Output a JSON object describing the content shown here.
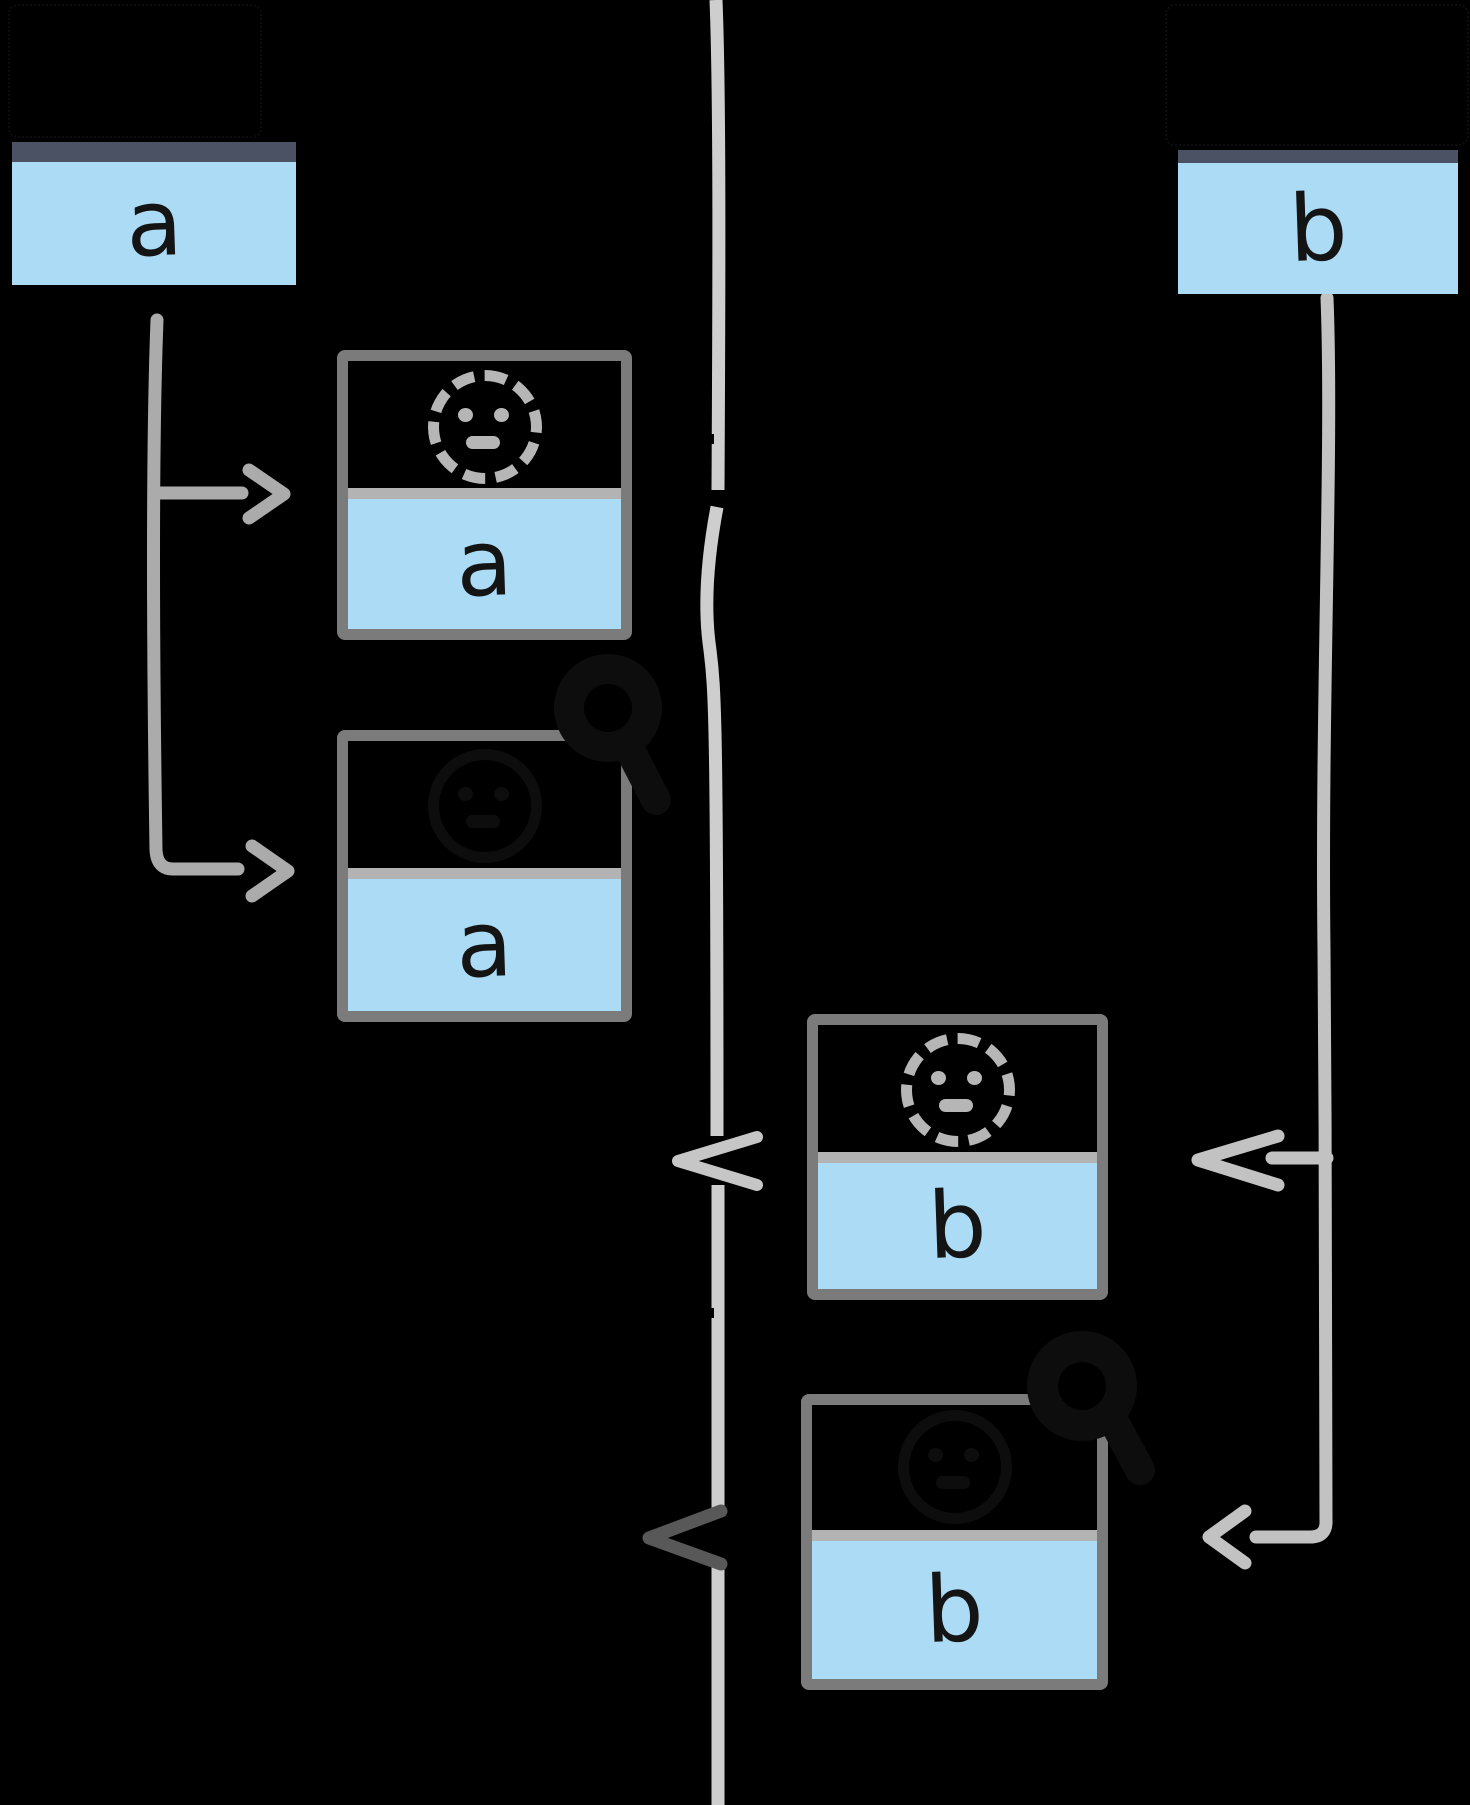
{
  "colors": {
    "bg": "#000000",
    "blue": "#abdbf5",
    "winbar": "#4a5263",
    "boxborder": "#7b7b7b",
    "divider": "#b3b3b3",
    "facegray": "#b6b6b6",
    "forkleft": "#ababab",
    "forkright": "#c2c2c2",
    "centerline": "#cecece",
    "chevlight": "#c6c6c6",
    "chevdark": "#585858",
    "ink": "#141414",
    "hidden": "#0d0d0d"
  },
  "actors": [
    {
      "label": "a",
      "side": "left"
    },
    {
      "label": "b",
      "side": "right"
    }
  ],
  "boxes": [
    {
      "icon": "dotted-face-icon",
      "label": "a"
    },
    {
      "icon": "key-icon",
      "label": "a"
    },
    {
      "icon": "dotted-face-icon",
      "label": "b"
    },
    {
      "icon": "key-icon",
      "label": "b"
    }
  ]
}
